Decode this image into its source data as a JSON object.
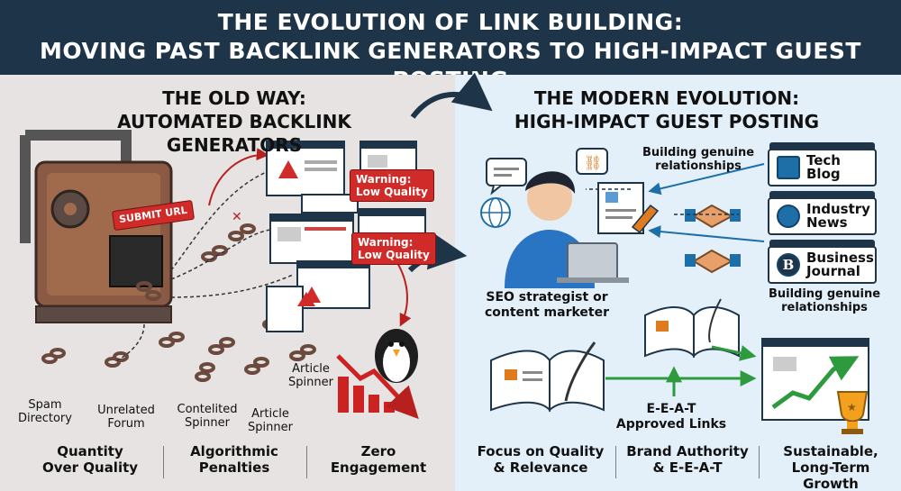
{
  "header": {
    "line1": "THE EVOLUTION OF LINK BUILDING:",
    "line2": "MOVING PAST BACKLINK GENERATORS TO HIGH-IMPACT GUEST POSTING"
  },
  "old_way": {
    "title_line1": "THE OLD WAY:",
    "title_line2": "AUTOMATED BACKLINK GENERATORS",
    "machine_button": "SUBMIT URL",
    "warning1": {
      "line1": "Warning:",
      "line2": "Low Quality"
    },
    "warning2": {
      "line1": "Warning:",
      "line2": "Low Quality"
    },
    "labels": {
      "spam_line1": "Spam",
      "spam_line2": "Directory",
      "forum_line1": "Unrelated",
      "forum_line2": "Forum",
      "contelited_line1": "Contelited",
      "contelited_line2": "Spinner",
      "spinner1_line1": "Article",
      "spinner1_line2": "Spinner",
      "spinner2_line1": "Article",
      "spinner2_line2": "Spinner"
    },
    "footer": [
      {
        "line1": "Quantity",
        "line2": "Over Quality"
      },
      {
        "line1": "Algorithmic",
        "line2": "Penalties"
      },
      {
        "line1": "Zero",
        "line2": "Engagement"
      }
    ]
  },
  "modern": {
    "title_line1": "THE MODERN EVOLUTION:",
    "title_line2": "HIGH-IMPACT GUEST POSTING",
    "relationships_top_line1": "Building genuine",
    "relationships_top_line2": "relationships",
    "relationships_bottom_line1": "Building genuine",
    "relationships_bottom_line2": "relationships",
    "sites": [
      {
        "line1": "Tech Blog",
        "line2": "",
        "icon": "monitor-icon"
      },
      {
        "line1": "Industry",
        "line2": "News",
        "icon": "globe-icon"
      },
      {
        "line1": "Business",
        "line2": "Journal",
        "icon": "B"
      }
    ],
    "person_line1": "SEO strategist or",
    "person_line2": "content marketer",
    "eeat_line1": "E-E-A-T",
    "eeat_line2": "Approved Links",
    "footer": [
      {
        "line1": "Focus on Quality",
        "line2": "& Relevance"
      },
      {
        "line1": "Brand Authority",
        "line2": "& E-E-A-T"
      },
      {
        "line1": "Sustainable,",
        "line2": "Long-Term Growth"
      }
    ]
  },
  "colors": {
    "header_bg": "#1e3448",
    "left_bg": "#e6e3e2",
    "right_bg": "#e3f0fa",
    "warning_red": "#d02b28",
    "growth_green": "#2e9a3e",
    "accent_blue": "#1e6fa8"
  }
}
